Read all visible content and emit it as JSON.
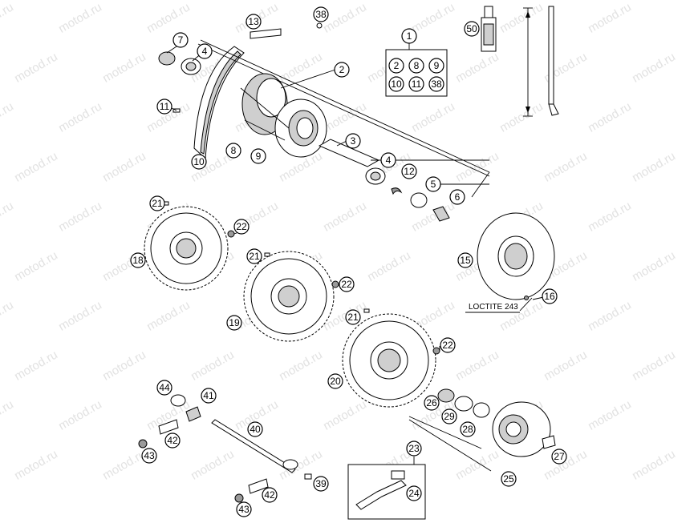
{
  "watermark": "motod.ru",
  "callouts": {
    "c1": "1",
    "c2": "2",
    "c3": "3",
    "c4a": "4",
    "c4b": "4",
    "c5": "5",
    "c6": "6",
    "c7": "7",
    "c8a": "8",
    "c9a": "9",
    "c10a": "10",
    "c11a": "11",
    "c12": "12",
    "c13": "13",
    "k2": "2",
    "k8": "8",
    "k9": "9",
    "k10": "10",
    "k11": "11",
    "k38": "38",
    "c38": "38",
    "c50": "50",
    "c15": "15",
    "c16": "16",
    "c18": "18",
    "c19": "19",
    "c20": "20",
    "c21a": "21",
    "c21b": "21",
    "c21c": "21",
    "c22a": "22",
    "c22b": "22",
    "c22c": "22",
    "c23": "23",
    "c24": "24",
    "c25": "25",
    "c26": "26",
    "c27": "27",
    "c28": "28",
    "c29": "29",
    "c39": "39",
    "c40": "40",
    "c41": "41",
    "c42a": "42",
    "c42b": "42",
    "c43a": "43",
    "c43b": "43",
    "c44": "44"
  },
  "loctite_label": "LOCTITE 243"
}
